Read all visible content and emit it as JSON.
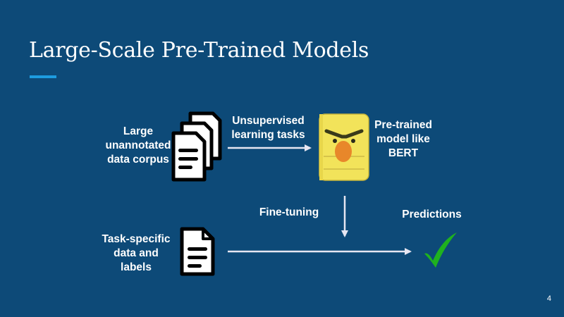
{
  "slide": {
    "title": "Large-Scale Pre-Trained Models",
    "page_number": "4"
  },
  "labels": {
    "corpus": [
      "Large",
      "unannotated",
      "data corpus"
    ],
    "unsupervised": [
      "Unsupervised",
      "learning tasks"
    ],
    "pretrained": [
      "Pre-trained",
      "model like",
      "BERT"
    ],
    "finetuning": "Fine-tuning",
    "predictions": "Predictions",
    "task_data": [
      "Task-specific",
      "data and",
      "labels"
    ]
  },
  "icons": {
    "document_stack": "document-stack-icon",
    "document": "document-icon",
    "model": "bert-face-icon",
    "result": "checkmark-icon"
  },
  "colors": {
    "background": "#0d4a78",
    "accent": "#1d9ce0",
    "arrow": "#e6e6f2",
    "bert_face": "#f2e35a",
    "bert_nose": "#e8872a",
    "check": "#1fb21f"
  }
}
